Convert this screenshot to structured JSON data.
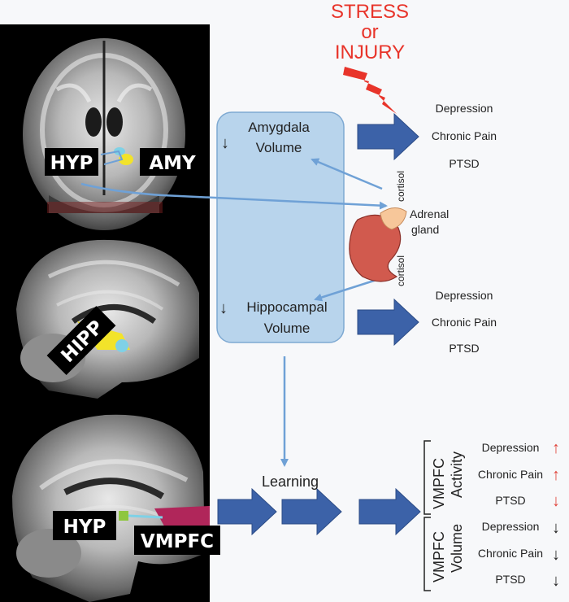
{
  "colors": {
    "accent_red": "#e8342a",
    "big_arrow_blue": "#3c62a8",
    "thin_arrow_blue": "#6fa1d6",
    "box_fill": "#b8d4ec",
    "box_stroke": "#7ea9d2",
    "adrenal_gland": "#d15a4e",
    "adrenal_cap": "#f7c79a",
    "up_arrow": "#e0433a",
    "down_arrow": "#333333",
    "roi_yellow": "#f2e32a",
    "roi_cyan": "#7fd1e6",
    "roi_magenta": "#b0265a",
    "roi_green": "#8ec63f"
  },
  "stress": {
    "line1": "STRESS",
    "line2": "or",
    "line3": "INJURY"
  },
  "brain_labels": {
    "hyp_top": "HYP",
    "amy": "AMY",
    "hipp": "HIPP",
    "hyp_bottom": "HYP",
    "vmpfc": "VMPFC"
  },
  "box": {
    "amygdala_arrow": "↓",
    "amygdala_line1": "Amygdala",
    "amygdala_line2": "Volume",
    "hippo_arrow": "↓",
    "hippo_line1": "Hippocampal",
    "hippo_line2": "Volume"
  },
  "adrenal": {
    "cortisol_top": "cortisol",
    "cortisol_bottom": "cortisol",
    "label_line1": "Adrenal",
    "label_line2": "gland"
  },
  "outcomes_top": [
    "Depression",
    "Chronic Pain",
    "PTSD"
  ],
  "outcomes_mid": [
    "Depression",
    "Chronic Pain",
    "PTSD"
  ],
  "learning": "Learning",
  "vmpfc_activity": {
    "label_line1": "VMPFC",
    "label_line2": "Activity",
    "items": [
      {
        "name": "Depression",
        "arrow": "↑"
      },
      {
        "name": "Chronic Pain",
        "arrow": "↑"
      },
      {
        "name": "PTSD",
        "arrow": "↓"
      }
    ]
  },
  "vmpfc_volume": {
    "label_line1": "VMPFC",
    "label_line2": "Volume",
    "items": [
      {
        "name": "Depression",
        "arrow": "↓"
      },
      {
        "name": "Chronic Pain",
        "arrow": "↓"
      },
      {
        "name": "PTSD",
        "arrow": "↓"
      }
    ]
  }
}
